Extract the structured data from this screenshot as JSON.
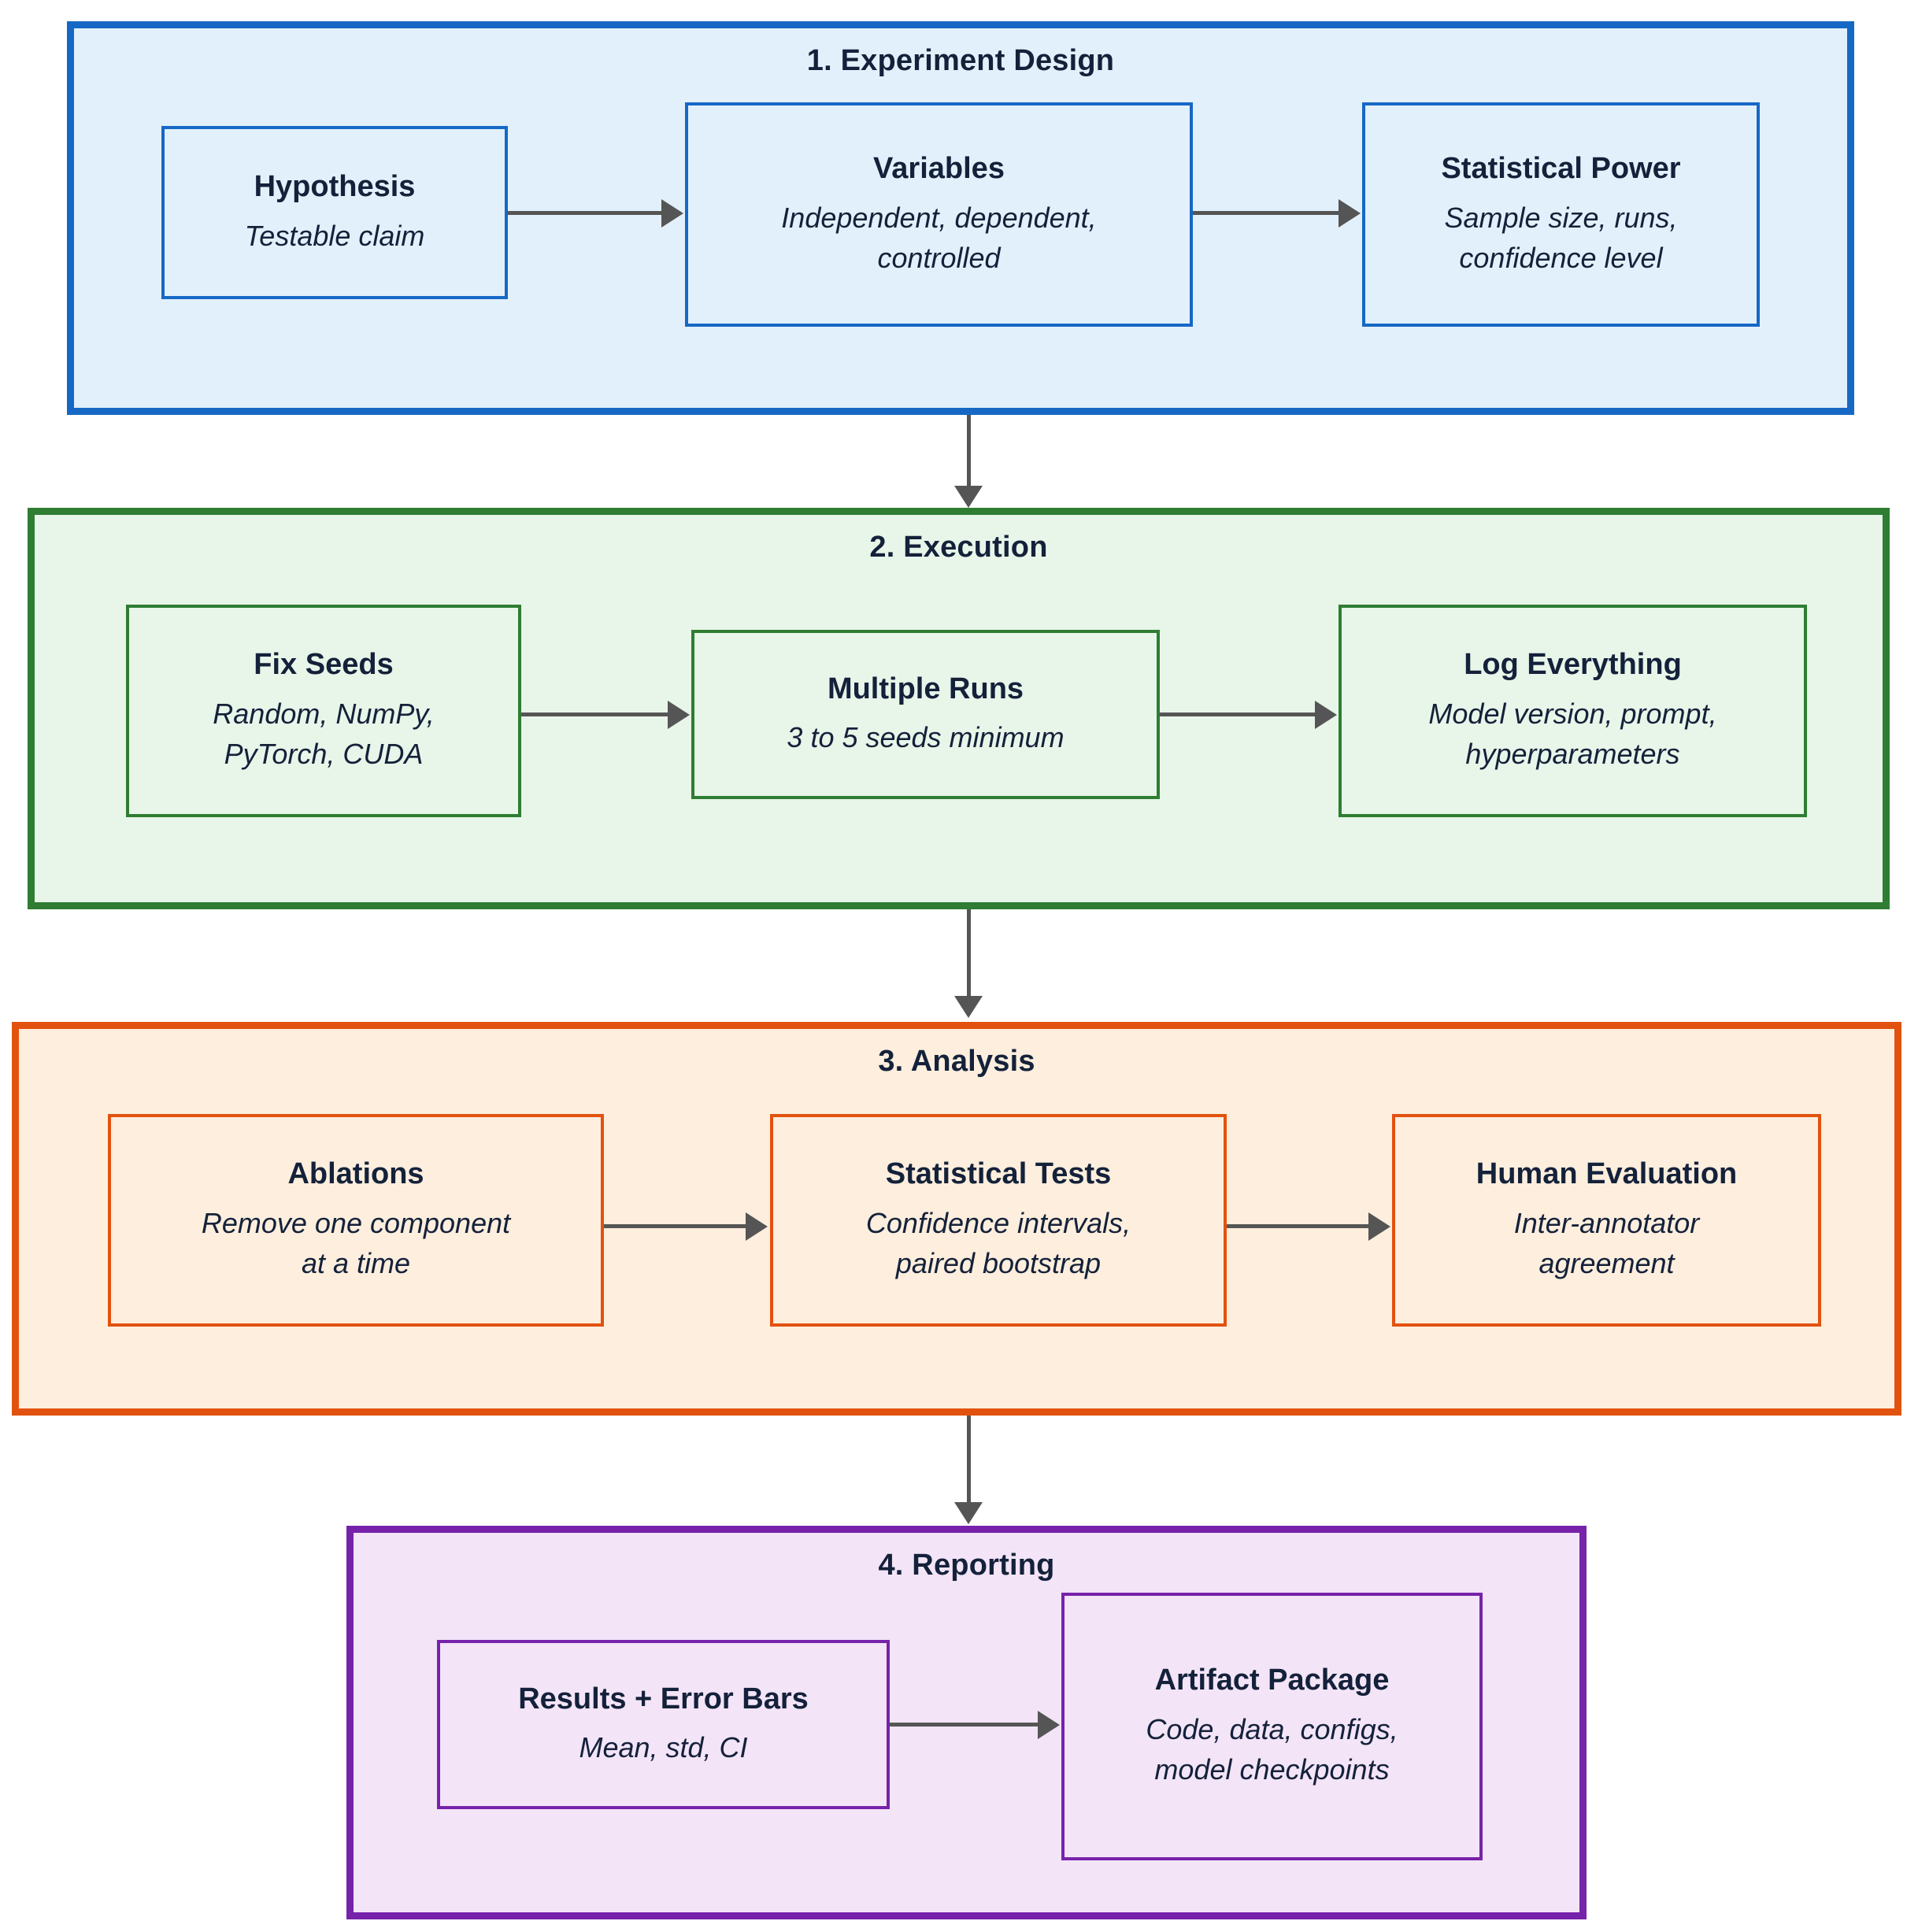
{
  "diagram": {
    "title": "Experiment workflow flowchart",
    "colors": {
      "stage1_border": "#1668c5",
      "stage1_fill": "#e2f0fb",
      "stage2_border": "#2e7d32",
      "stage2_fill": "#e8f5e9",
      "stage3_border": "#e2520f",
      "stage3_fill": "#fdeedd",
      "stage4_border": "#7722aa",
      "stage4_fill": "#f3e4f7",
      "connector": "#555555",
      "text": "#14213a"
    }
  },
  "stages": [
    {
      "id": "experiment-design",
      "label": "1. Experiment Design",
      "nodes": [
        {
          "id": "hypothesis",
          "title": "Hypothesis",
          "subtitle": "Testable claim"
        },
        {
          "id": "variables",
          "title": "Variables",
          "subtitle": "Independent, dependent, controlled"
        },
        {
          "id": "statistical-power",
          "title": "Statistical Power",
          "subtitle": "Sample size, runs, confidence level"
        }
      ]
    },
    {
      "id": "execution",
      "label": "2. Execution",
      "nodes": [
        {
          "id": "fix-seeds",
          "title": "Fix Seeds",
          "subtitle": "Random, NumPy, PyTorch, CUDA"
        },
        {
          "id": "multiple-runs",
          "title": "Multiple Runs",
          "subtitle": "3 to 5 seeds minimum"
        },
        {
          "id": "log-everything",
          "title": "Log Everything",
          "subtitle": "Model version, prompt, hyperparameters"
        }
      ]
    },
    {
      "id": "analysis",
      "label": "3. Analysis",
      "nodes": [
        {
          "id": "ablations",
          "title": "Ablations",
          "subtitle": "Remove one component at a time"
        },
        {
          "id": "statistical-tests",
          "title": "Statistical Tests",
          "subtitle": "Confidence intervals, paired bootstrap"
        },
        {
          "id": "human-evaluation",
          "title": "Human Evaluation",
          "subtitle": "Inter-annotator agreement"
        }
      ]
    },
    {
      "id": "reporting",
      "label": "4. Reporting",
      "nodes": [
        {
          "id": "results-error-bars",
          "title": "Results + Error Bars",
          "subtitle": "Mean, std, CI"
        },
        {
          "id": "artifact-package",
          "title": "Artifact Package",
          "subtitle": "Code, data, configs, model checkpoints"
        }
      ]
    }
  ],
  "node_text_lines": {
    "variables": [
      "Independent, dependent,",
      "controlled"
    ],
    "statistical_power": [
      "Sample size, runs,",
      "confidence level"
    ],
    "fix_seeds": [
      "Random, NumPy,",
      "PyTorch, CUDA"
    ],
    "log_everything": [
      "Model version, prompt,",
      "hyperparameters"
    ],
    "ablations": [
      "Remove one component",
      "at a time"
    ],
    "statistical_tests": [
      "Confidence intervals,",
      "paired bootstrap"
    ],
    "human_evaluation": [
      "Inter-annotator",
      "agreement"
    ],
    "artifact_package": [
      "Code, data, configs,",
      "model checkpoints"
    ]
  }
}
